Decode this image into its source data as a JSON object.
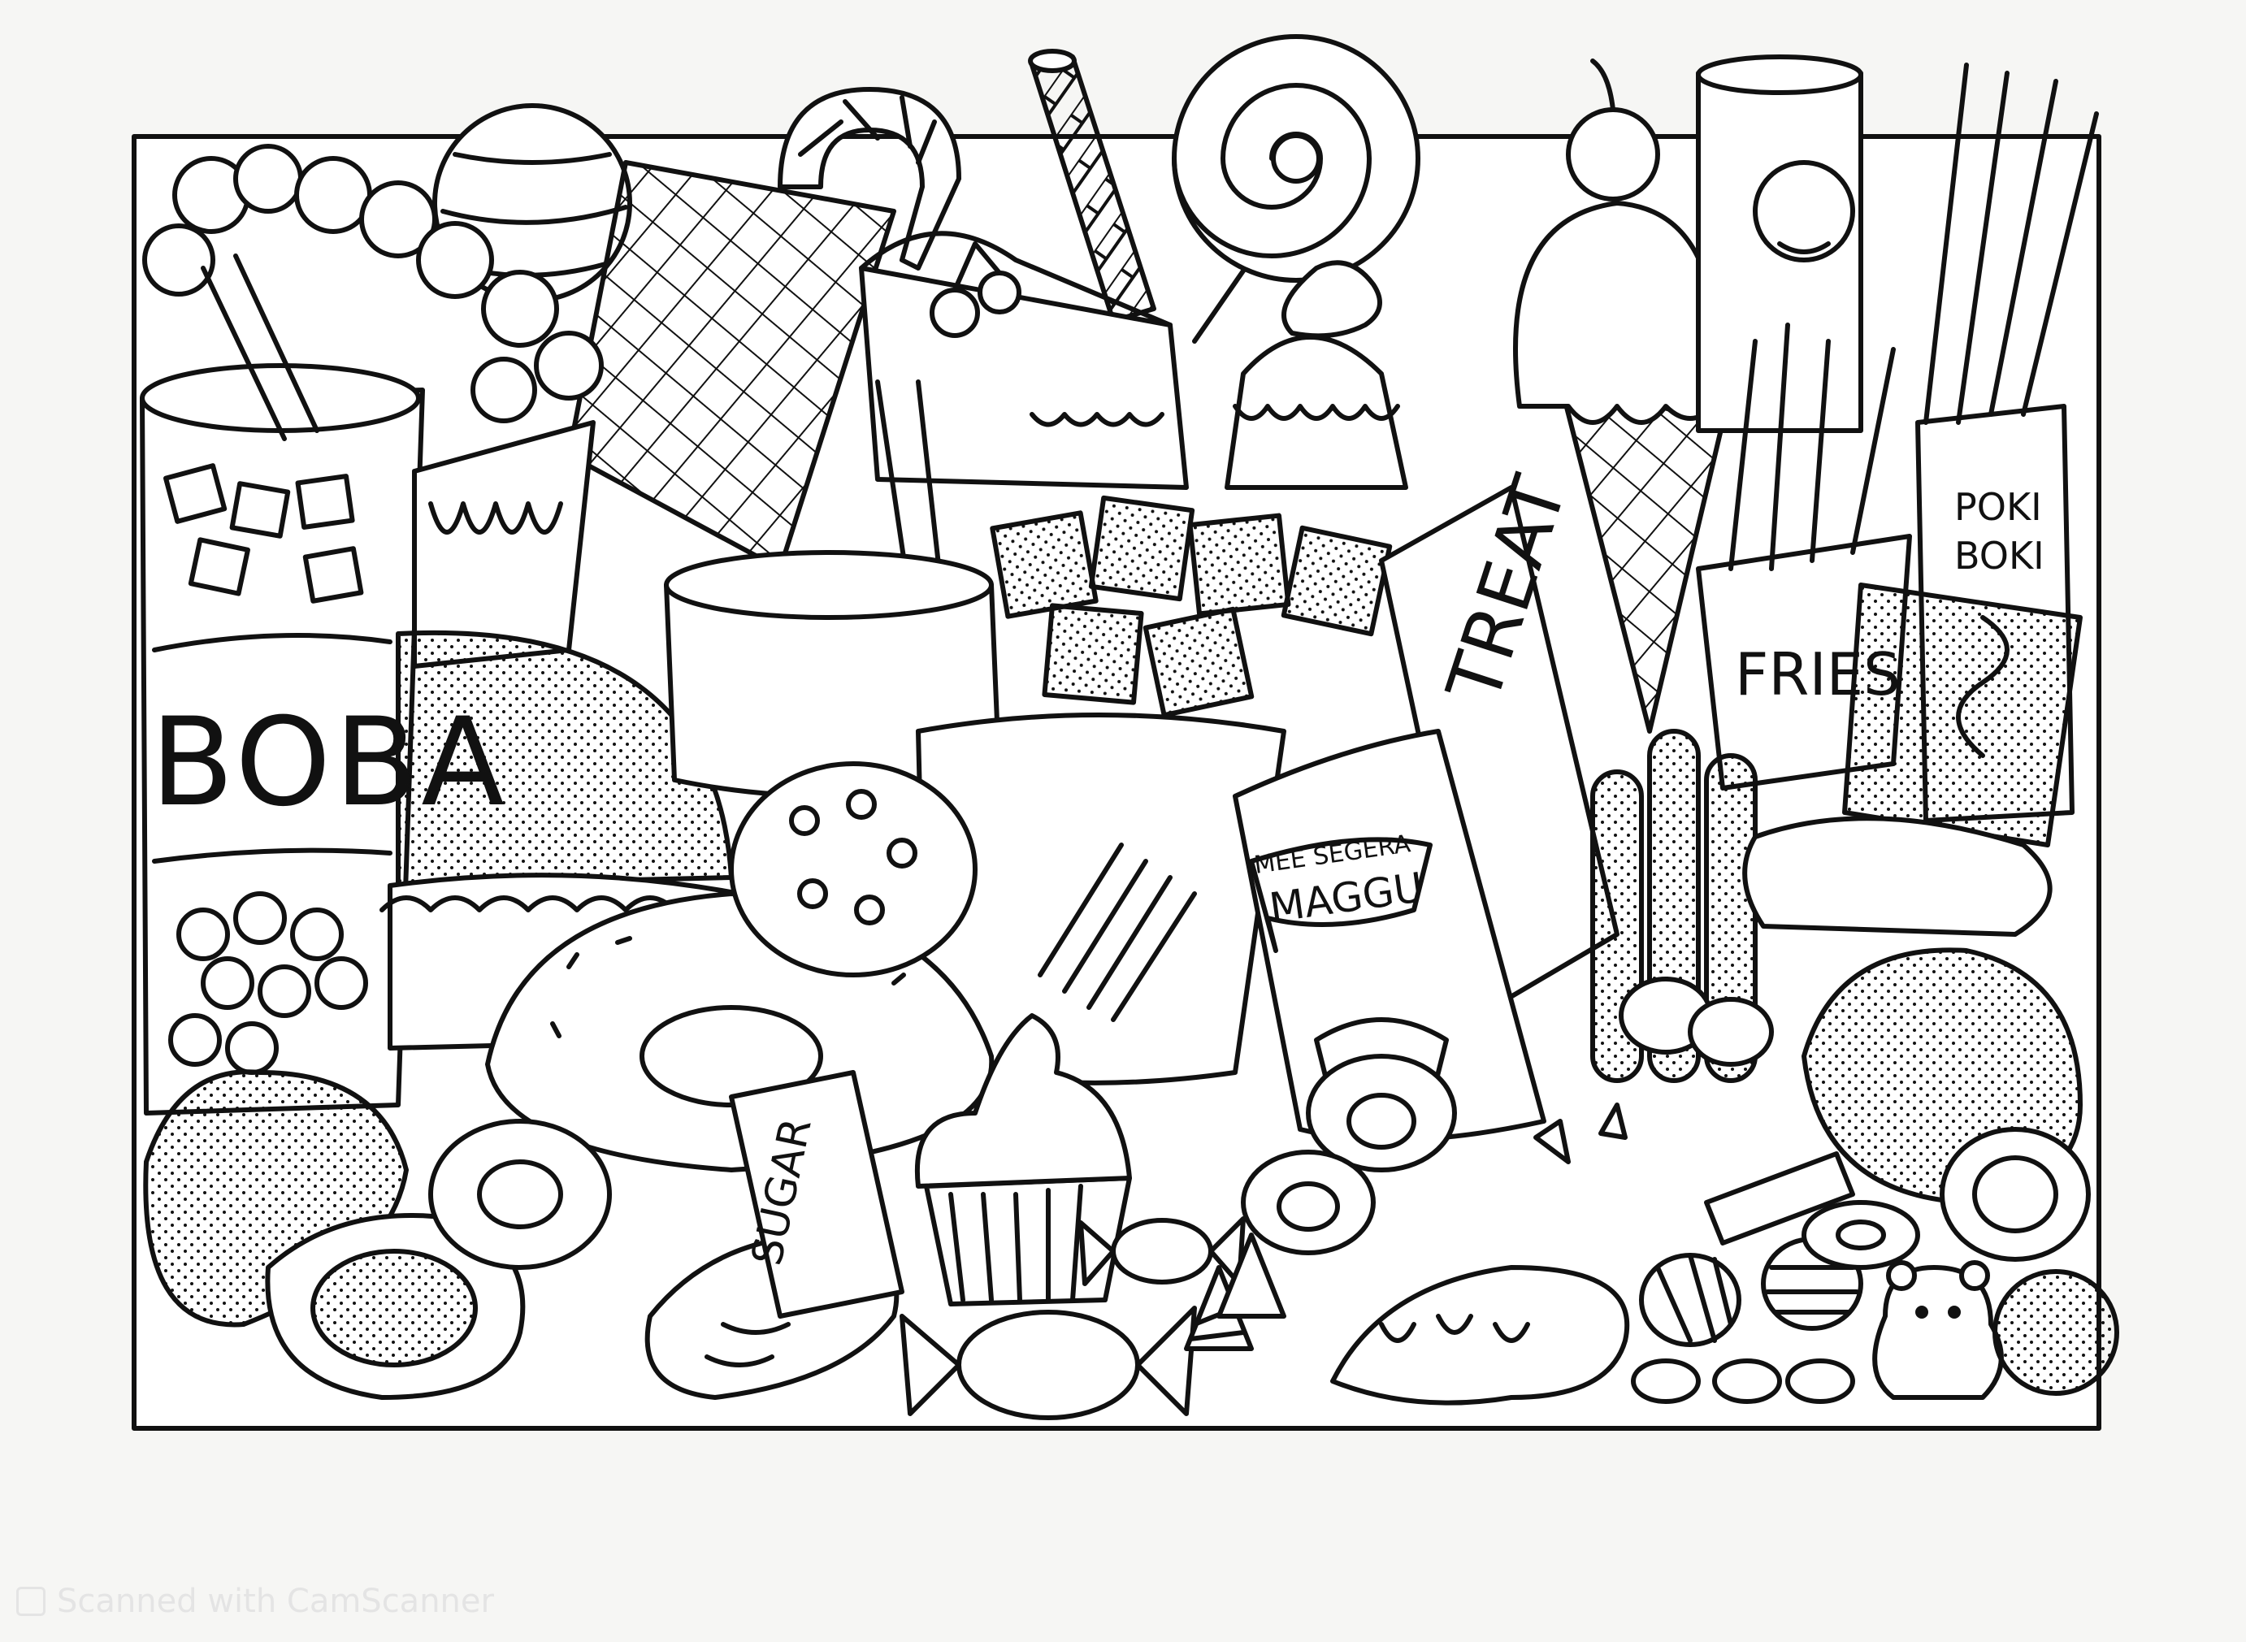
{
  "colors": {
    "ink": "#111111",
    "paper": "#f6f6f4",
    "watermark": "#e4e4e4"
  },
  "labels": {
    "boba": "BOBA",
    "treat": "TREAT",
    "fries": "FRIES",
    "poki_top": "POKI",
    "poki_bottom": "BOKI",
    "maggu_top": "MEE SEGERA",
    "maggu_brand": "MAGGU",
    "sugar": "SUGAR"
  },
  "watermark": {
    "text": "Scanned with CamScanner",
    "icon": "camscanner-logo-icon"
  }
}
